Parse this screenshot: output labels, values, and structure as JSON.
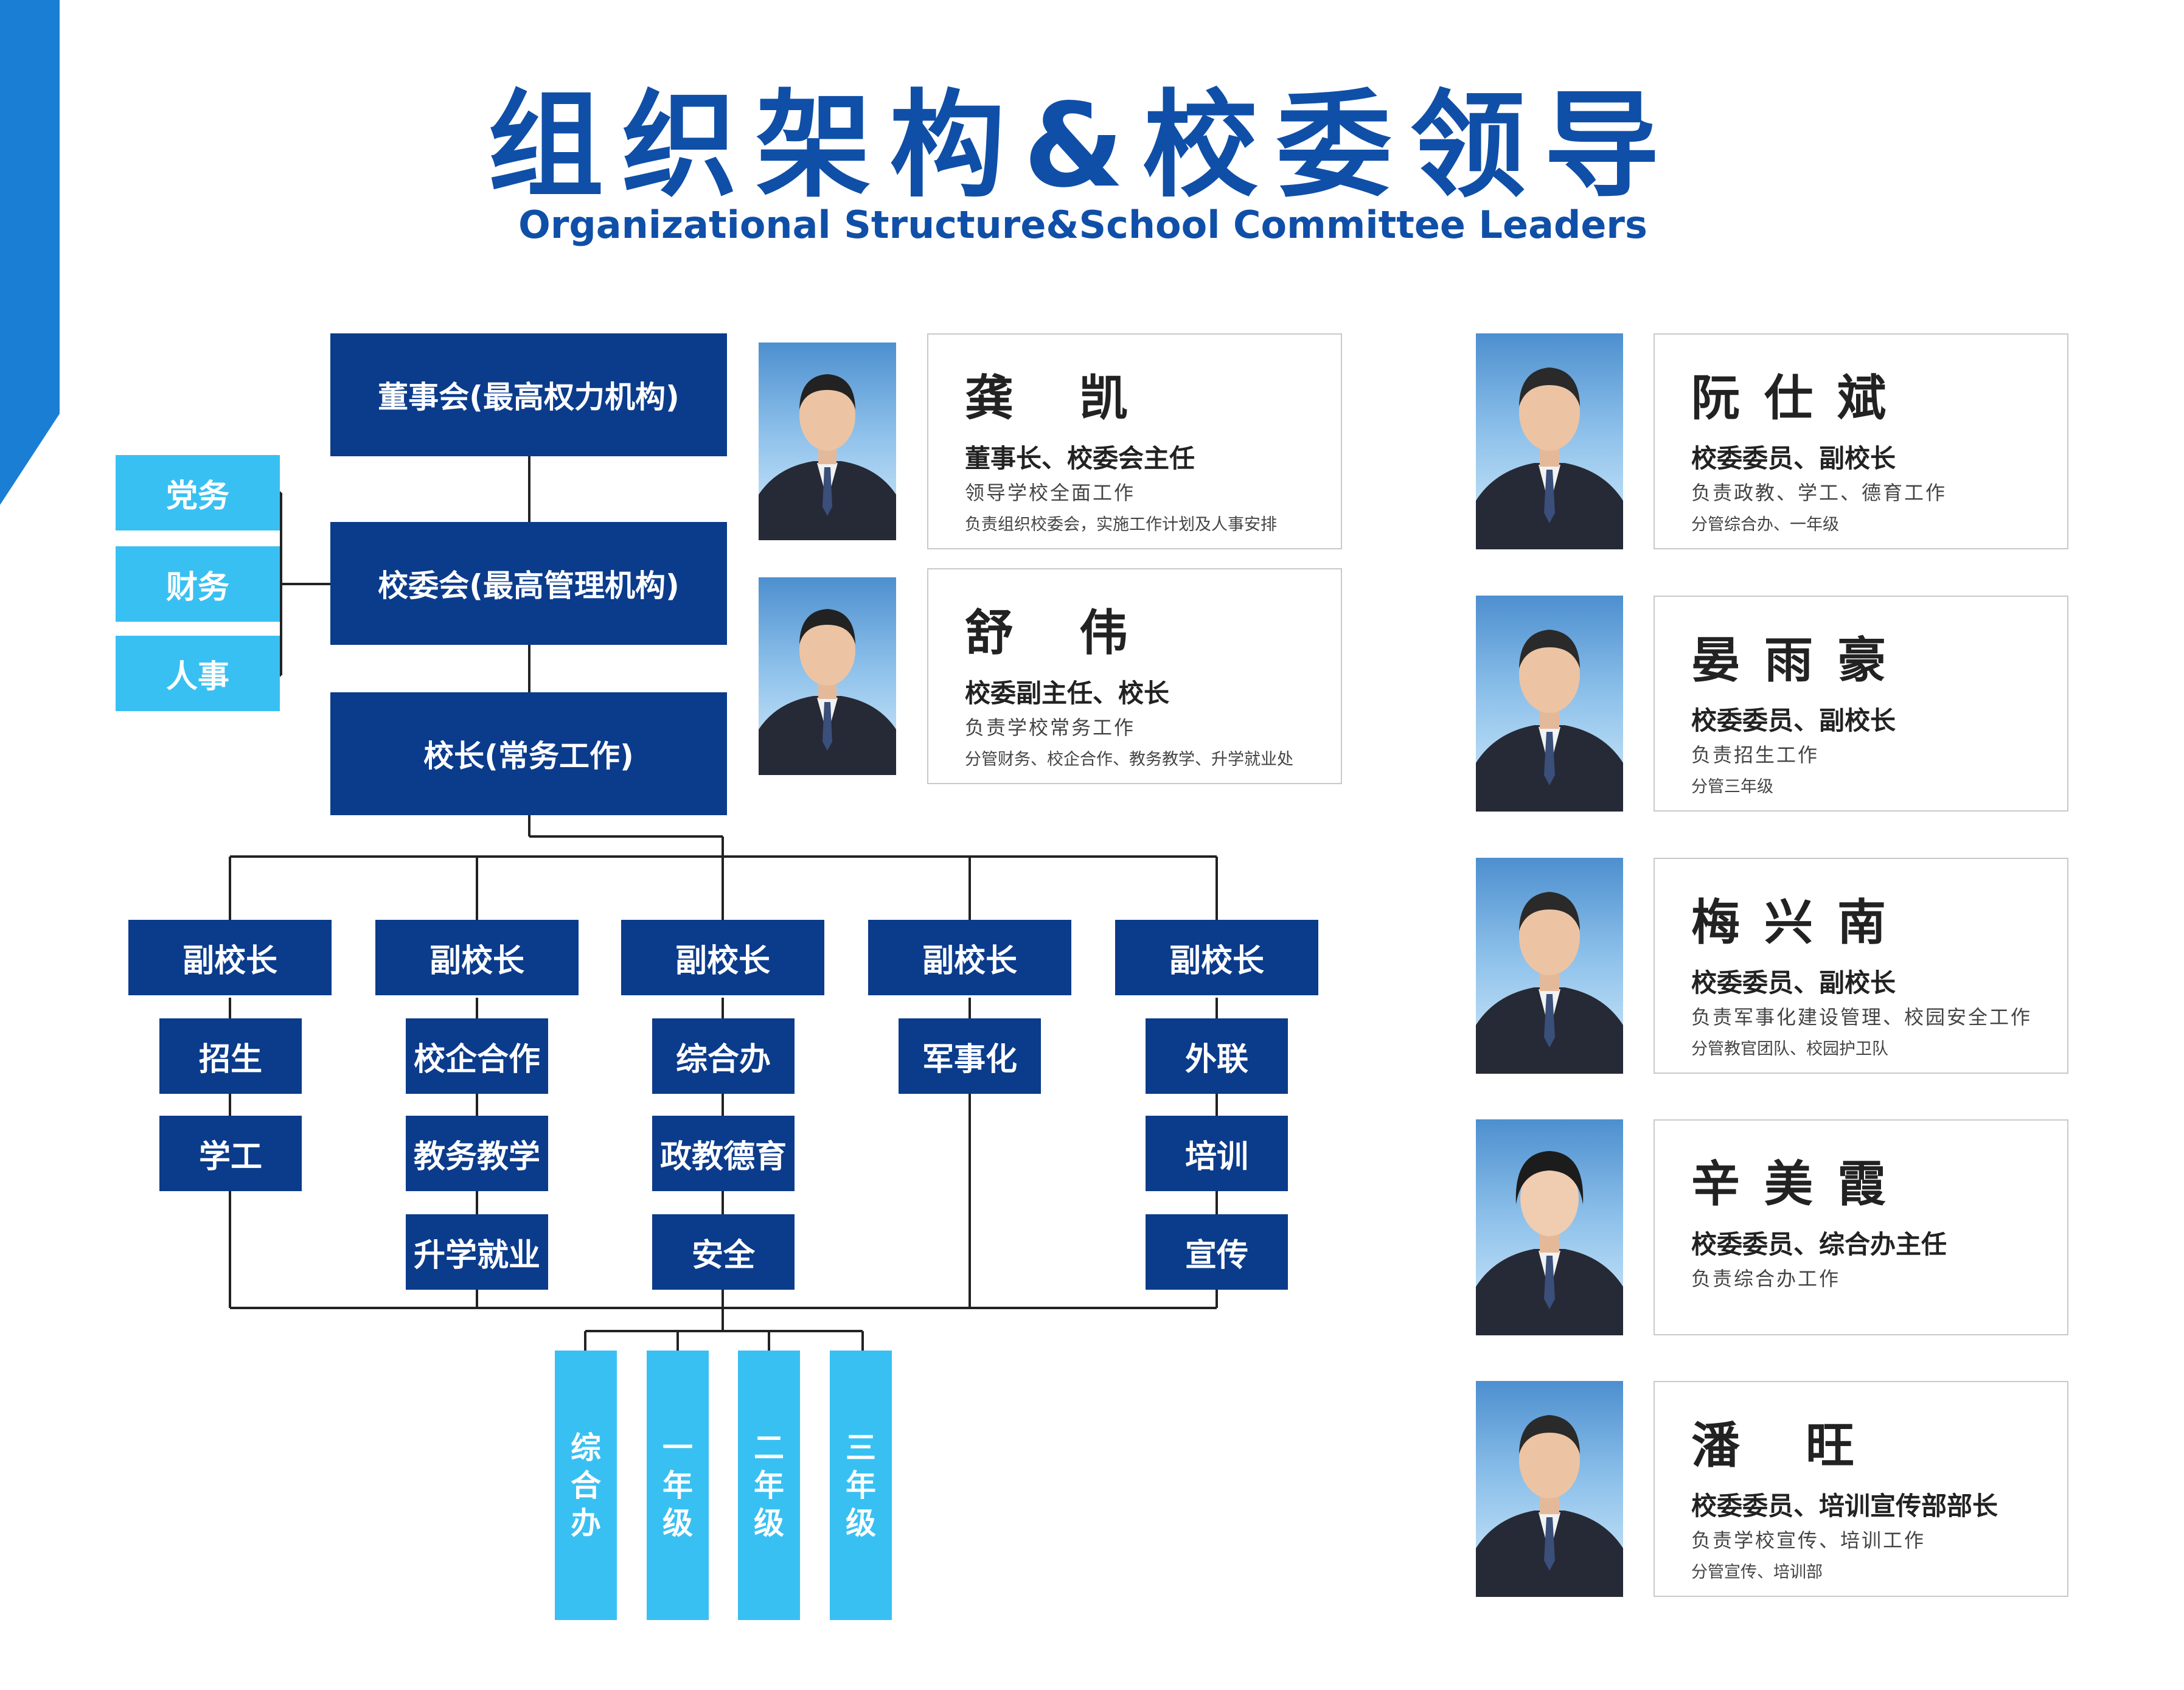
{
  "title": {
    "zh": "组织架构&校委领导",
    "en": "Organizational Structure&School Committee Leaders"
  },
  "org": {
    "board": "董事会(最高权力机构)",
    "committee": "校委会(最高管理机构)",
    "principal": "校长(常务工作)",
    "side": [
      "党务",
      "财务",
      "人事"
    ],
    "vp_label": "副校长",
    "columns": [
      [
        "招生",
        "学工"
      ],
      [
        "校企合作",
        "教务教学",
        "升学就业"
      ],
      [
        "综合办",
        "政教德育",
        "安全"
      ],
      [
        "军事化"
      ],
      [
        "外联",
        "培训",
        "宣传"
      ]
    ],
    "bottom": [
      "综合办",
      "一年级",
      "二年级",
      "三年级"
    ]
  },
  "leaders_left": [
    {
      "name": "龚 凯",
      "role": "董事长、校委会主任",
      "desc1": "领导学校全面工作",
      "desc2": "负责组织校委会，实施工作计划及人事安排"
    },
    {
      "name": "舒 伟",
      "role": "校委副主任、校长",
      "desc1": "负责学校常务工作",
      "desc2": "分管财务、校企合作、教务教学、升学就业处"
    }
  ],
  "leaders_right": [
    {
      "name": "阮仕斌",
      "role": "校委委员、副校长",
      "desc1": "负责政教、学工、德育工作",
      "desc2": "分管综合办、一年级"
    },
    {
      "name": "晏雨豪",
      "role": "校委委员、副校长",
      "desc1": "负责招生工作",
      "desc2": "分管三年级"
    },
    {
      "name": "梅兴南",
      "role": "校委委员、副校长",
      "desc1": "负责军事化建设管理、校园安全工作",
      "desc2": "分管教官团队、校园护卫队"
    },
    {
      "name": "辛美霞",
      "role": "校委委员、综合办主任",
      "desc1": "负责综合办工作",
      "desc2": ""
    },
    {
      "name": "潘 旺",
      "role": "校委委员、培训宣传部部长",
      "desc1": "负责学校宣传、培训工作",
      "desc2": "分管宣传、培训部"
    }
  ],
  "colors": {
    "navy": "#0b3b8b",
    "sky": "#39c0f2",
    "title": "#0f4fa8",
    "accent": "#1a7fd4"
  }
}
